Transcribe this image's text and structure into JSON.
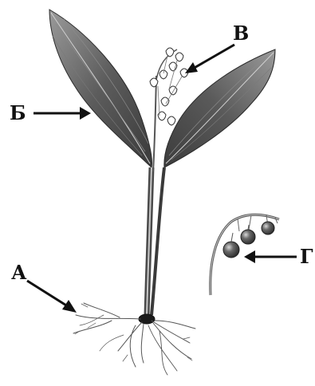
{
  "labels": {
    "a": "А",
    "b": "Б",
    "v": "В",
    "g": "Г"
  },
  "colors": {
    "ink": "#111111",
    "leaf_dark": "#3a3a3a",
    "leaf_mid": "#6e6e6e",
    "leaf_light": "#a8a8a8",
    "berry": "#4a4a4a"
  }
}
